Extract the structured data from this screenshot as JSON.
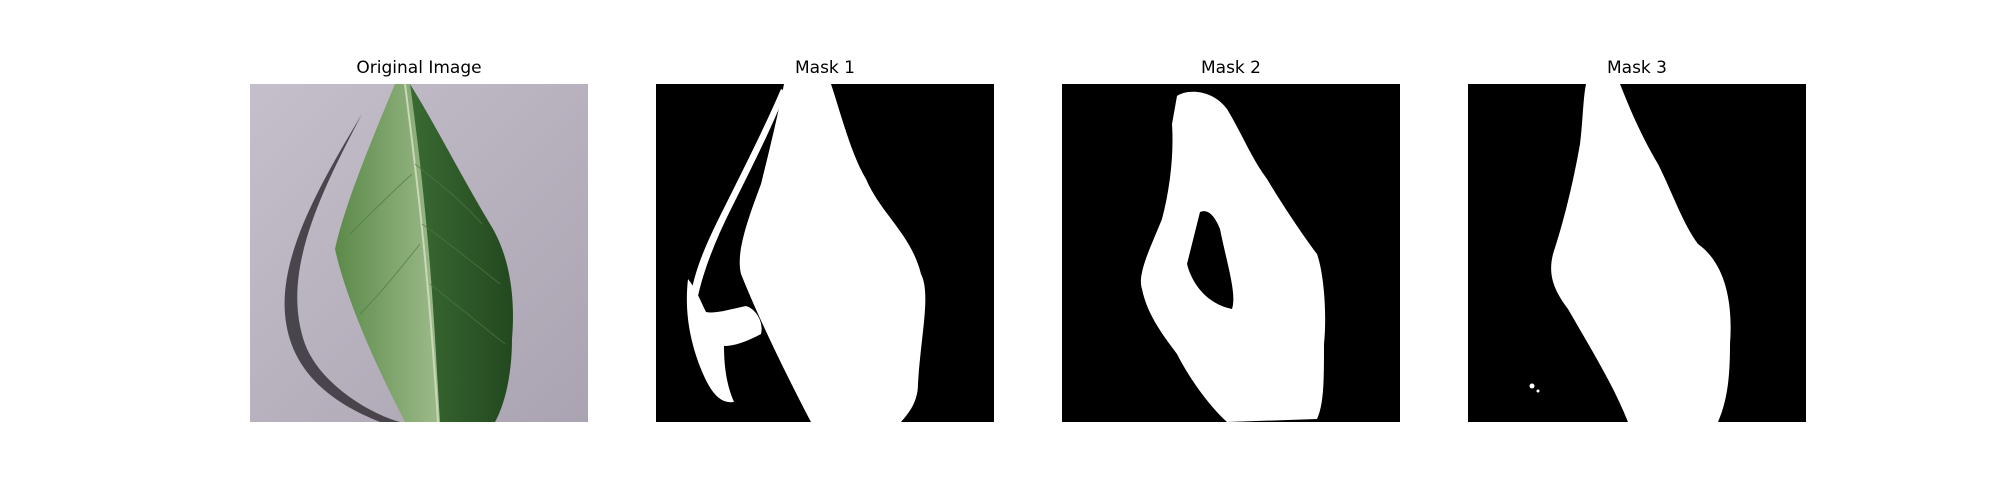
{
  "figure": {
    "panels": [
      {
        "title": "Original Image",
        "kind": "photo",
        "depicts": "green leaf on gray background"
      },
      {
        "title": "Mask 1",
        "kind": "mask"
      },
      {
        "title": "Mask 2",
        "kind": "mask"
      },
      {
        "title": "Mask 3",
        "kind": "mask"
      }
    ]
  },
  "colors": {
    "background": "#ffffff",
    "mask_fg": "#ffffff",
    "mask_bg": "#000000",
    "photo_bg": "#b7b0bd",
    "leaf_dark": "#2f5a2a",
    "leaf_light": "#6f9a5a",
    "shadow": "#3d3940"
  }
}
